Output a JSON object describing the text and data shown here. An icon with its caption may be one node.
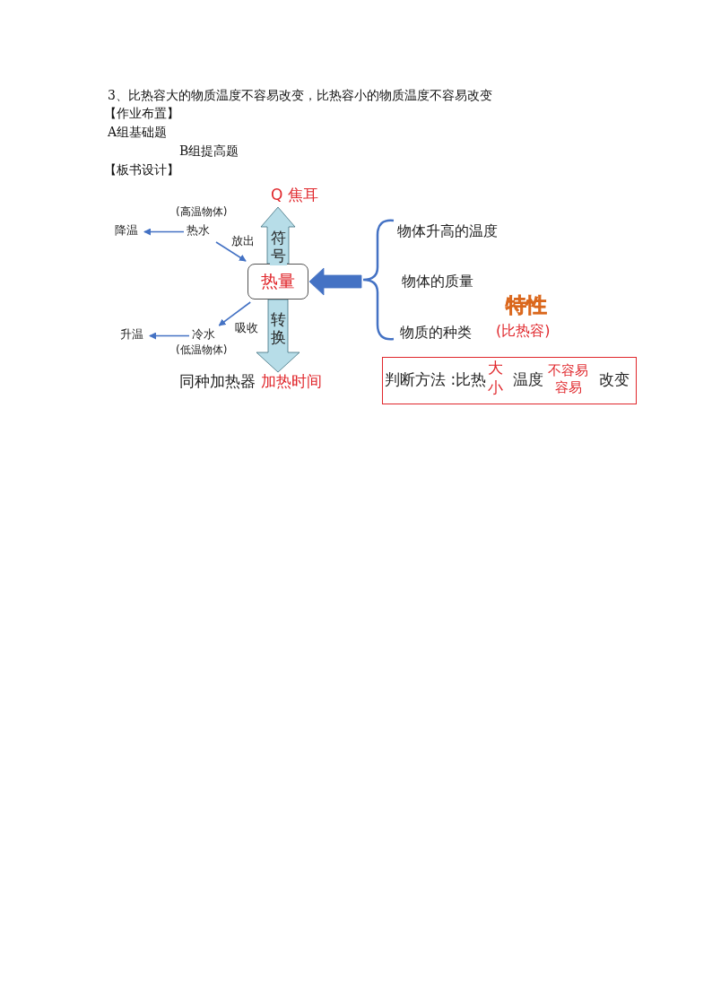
{
  "diagram": {
    "nodes": [
      {
        "text": [
          "热量"
        ]
      },
      {
        "text": [
          "热水"
        ],
        "beside": [
          "(高温物体)"
        ]
      },
      {
        "text": [
          "降温"
        ]
      },
      {
        "text": [
          "冷水"
        ],
        "beside": [
          "(低温物体)"
        ]
      },
      {
        "text": [
          "升温"
        ]
      },
      {
        "text": [
          "Q 焦耳"
        ]
      },
      {
        "text": [
          "同种加热器",
          "加热时间"
        ]
      },
      {
        "text": [],
        "shape": "brace"
      },
      {
        "text": [
          "判断方法 :比热",
          "大",
          "小",
          "温度",
          "不容易",
          "容易",
          "改变"
        ]
      }
    ],
    "edges": [
      {
        "from": 1,
        "to": 0,
        "arrow": "to",
        "label": "放出"
      },
      {
        "from": 1,
        "to": 2,
        "arrow": "to"
      },
      {
        "from": 0,
        "to": 3,
        "arrow": "to",
        "label": "吸收"
      },
      {
        "from": 3,
        "to": 4,
        "arrow": "to"
      },
      {
        "from": 0,
        "to": 5,
        "arrow": "to",
        "label": "符号",
        "style": "thick",
        "color": "#b7dde8"
      },
      {
        "from": 0,
        "to": 6,
        "arrow": "to",
        "label": "转换",
        "style": "thick",
        "color": "#b7dde8"
      },
      {
        "from": 7,
        "to": 0,
        "arrow": "to",
        "style": "thick"
      }
    ],
    "labels": [
      "3、比热容大的物质温度不容易改变，比热容小的物质温度不容易改变",
      "【作业布置】",
      "A组基础题",
      "B组提高题",
      "【板书设计】",
      "物体升高的温度",
      "物体的质量",
      "物质的种类",
      "特性",
      "(比热容)"
    ]
  }
}
